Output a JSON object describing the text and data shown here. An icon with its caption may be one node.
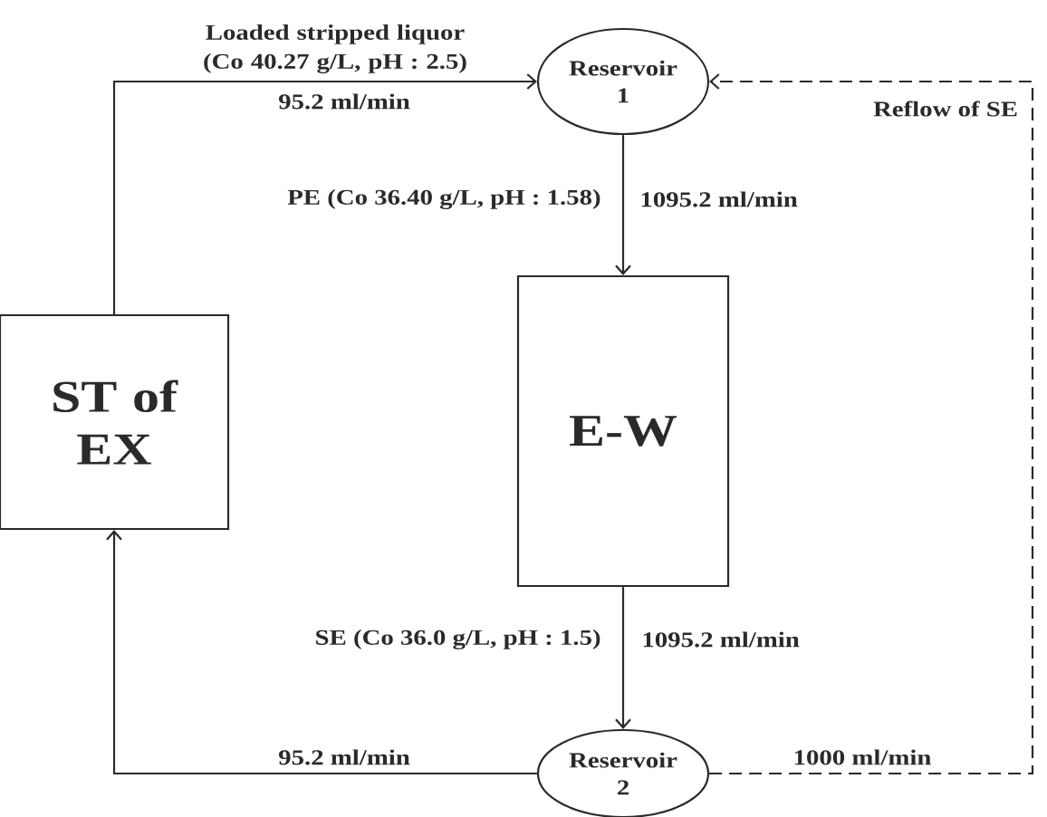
{
  "diagram": {
    "nodes": [
      {
        "text": [
          "ST of EX"
        ]
      },
      {
        "text": [
          "Reservoir 1"
        ]
      },
      {
        "text": [
          "E-W"
        ]
      },
      {
        "text": [
          "Reservoir 2"
        ]
      }
    ],
    "edges": [
      {
        "from": 0,
        "to": 1,
        "arrow": "to",
        "label": "Loaded stripped liquor (Co 40.27 g/L, pH : 2.5)"
      },
      {
        "from": 1,
        "to": 2,
        "arrow": "to",
        "label": "PE (Co 36.40 g/L, pH : 1.58)"
      },
      {
        "from": 2,
        "to": 3,
        "arrow": "to",
        "label": "SE (Co 36.0 g/L, pH : 1.5)"
      },
      {
        "from": 3,
        "to": 0,
        "arrow": "to",
        "label": "95.2 ml/min"
      },
      {
        "from": 3,
        "to": 1,
        "arrow": "to",
        "style": "dashed",
        "label": "Reflow of SE"
      }
    ],
    "labels": [
      "95.2 ml/min",
      "1095.2 ml/min",
      "1095.2 ml/min",
      "1000 ml/min"
    ]
  }
}
